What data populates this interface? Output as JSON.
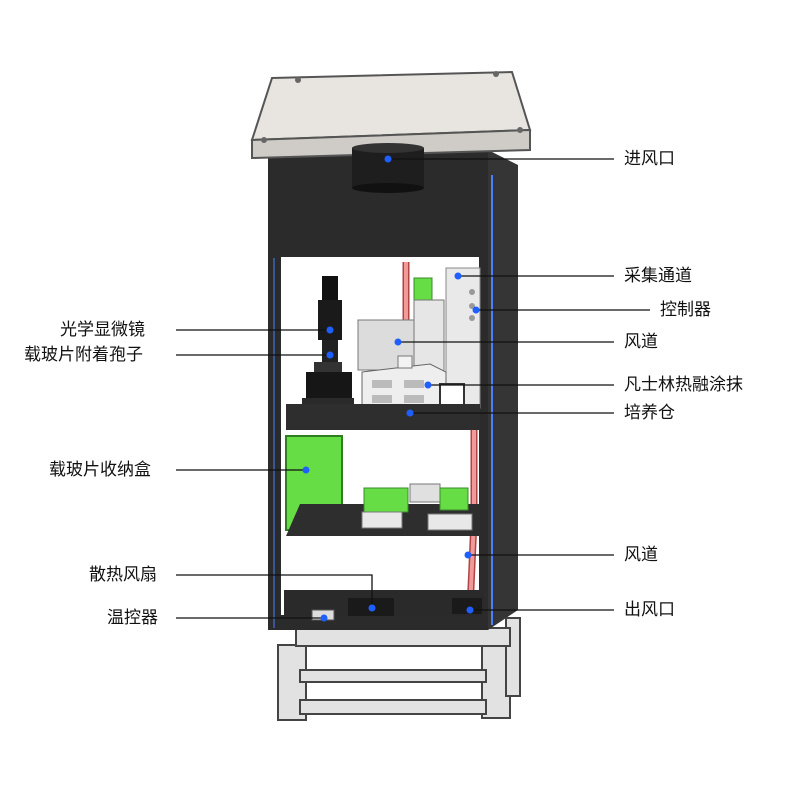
{
  "diagram": {
    "left_labels": [
      {
        "id": "microscope",
        "text": "光学显微镜"
      },
      {
        "id": "slide-spores",
        "text": "载玻片附着孢子"
      },
      {
        "id": "slide-box",
        "text": "载玻片收纳盒"
      },
      {
        "id": "cooling-fan",
        "text": "散热风扇"
      },
      {
        "id": "thermostat",
        "text": "温控器"
      }
    ],
    "right_labels": [
      {
        "id": "air-inlet",
        "text": "进风口"
      },
      {
        "id": "sampling-channel",
        "text": "采集通道"
      },
      {
        "id": "controller",
        "text": "控制器"
      },
      {
        "id": "air-duct-upper",
        "text": "风道"
      },
      {
        "id": "vaseline-coating",
        "text": "凡士林热融涂抹"
      },
      {
        "id": "culture-chamber",
        "text": "培养仓"
      },
      {
        "id": "air-duct-lower",
        "text": "风道"
      },
      {
        "id": "air-outlet",
        "text": "出风口"
      }
    ],
    "colors": {
      "frame": "#2b2b2b",
      "panel": "#3a3a3a",
      "roof": "#e6e3df",
      "green": "#66dd44",
      "pipe": "#e07a7a",
      "marker": "#1f5fff",
      "base": "#e2e2e2"
    }
  }
}
